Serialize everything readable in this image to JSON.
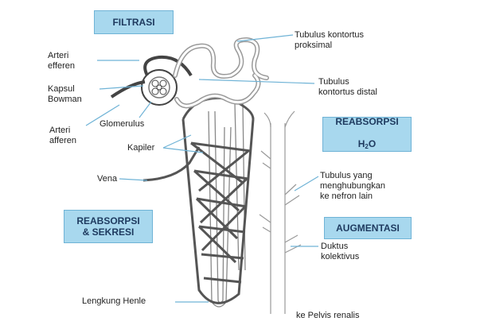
{
  "labels": {
    "arteri_efferen": "Arteri\nefferen",
    "kapsul_bowman": "Kapsul\nBowman",
    "arteri_afferen": "Arteri\nafferen",
    "glomerulus": "Glomerulus",
    "kapiler": "Kapiler",
    "vena": "Vena",
    "lengkung_henle": "Lengkung Henle",
    "tubulus_proksimal": "Tubulus kontortus\nproksimal",
    "tubulus_distal": "Tubulus\nkontortus distal",
    "tubulus_penghubung": "Tubulus yang\nmenghubungkan\nke nefron lain",
    "duktus_kolektivus": "Duktus\nkolektivus",
    "pelvis_renalis": "ke Pelvis renalis"
  },
  "boxes": {
    "filtrasi": "FILTRASI",
    "reabsorpsi_air_line1": "REABSORPSI",
    "reabsorpsi_air_h": "H",
    "reabsorpsi_air_sub": "2",
    "reabsorpsi_air_o": "O",
    "reabsorpsi_sekresi": "REABSORPSI\n& SEKRESI",
    "augmentasi": "AUGMENTASI"
  },
  "colors": {
    "box_fill": "#a8d8ee",
    "box_border": "#6fb3d6",
    "box_text": "#1e3a5f",
    "vessel_dark": "#555555",
    "tubule_outline": "#888888"
  }
}
